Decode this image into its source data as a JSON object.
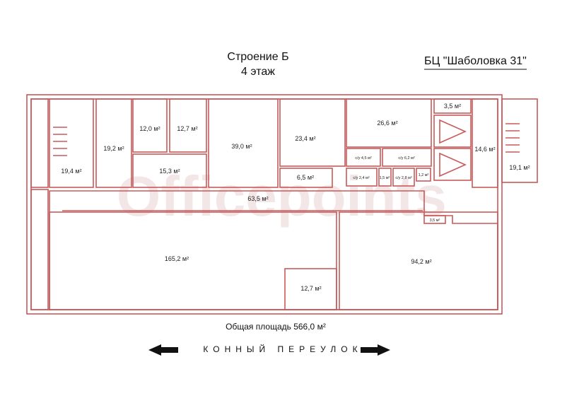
{
  "header": {
    "building": "Строение Б",
    "floor": "4 этаж",
    "business_center": "БЦ \"Шаболовка 31\""
  },
  "watermark": "Officepoints",
  "total_area": "Общая площадь 566,0 м²",
  "street": "КОННЫЙ ПЕРЕУЛОК",
  "rooms": [
    {
      "label": "19,4 м²"
    },
    {
      "label": "19,2 м²"
    },
    {
      "label": "12,0 м²"
    },
    {
      "label": "12,7 м²"
    },
    {
      "label": "15,3 м²"
    },
    {
      "label": "39,0 м²"
    },
    {
      "label": "23,4 м²"
    },
    {
      "label": "6,5 м²"
    },
    {
      "label": "26,6 м²"
    },
    {
      "label": "3,5 м²"
    },
    {
      "label": "14,6 м²"
    },
    {
      "label": "19,1 м²"
    },
    {
      "label": "с/у 4,5 м²"
    },
    {
      "label": "с/у 6,2 м²"
    },
    {
      "label": "с/у 2,4 м²"
    },
    {
      "label": "1,5 м²"
    },
    {
      "label": "с/у 2,8 м²"
    },
    {
      "label": "1,2 м²"
    },
    {
      "label": "63,5 м²"
    },
    {
      "label": "3,5 м²"
    },
    {
      "label": "165,2 м²"
    },
    {
      "label": "12,7 м²"
    },
    {
      "label": "94,2 м²"
    }
  ]
}
